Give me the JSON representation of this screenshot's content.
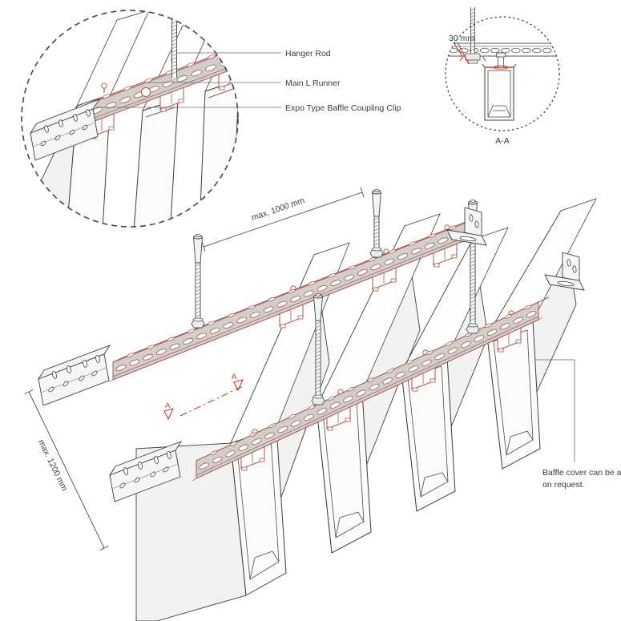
{
  "colors": {
    "accent_red": "#b0564b",
    "section_red": "#c43a2c",
    "detail_circle_dash": "#35495b",
    "steel_gray": "#cfcfcb",
    "line_dark": "#3e3e3e"
  },
  "detail_view": {
    "labels": {
      "hanger_rod": "Hanger Rod",
      "main_runner": "Main L Runner",
      "coupling_clip": "Expo Type Baffle Coupling Clip"
    }
  },
  "section_view": {
    "dimension": "30 mm",
    "caption": "A-A"
  },
  "main_view": {
    "dim_hanger_spacing": "max. 1000 mm",
    "dim_runner_spacing": "max. 1200 mm",
    "section_mark_left": "A",
    "section_mark_right": "A",
    "note_line1": "Baffle cover can be added",
    "note_line2": "on request."
  }
}
